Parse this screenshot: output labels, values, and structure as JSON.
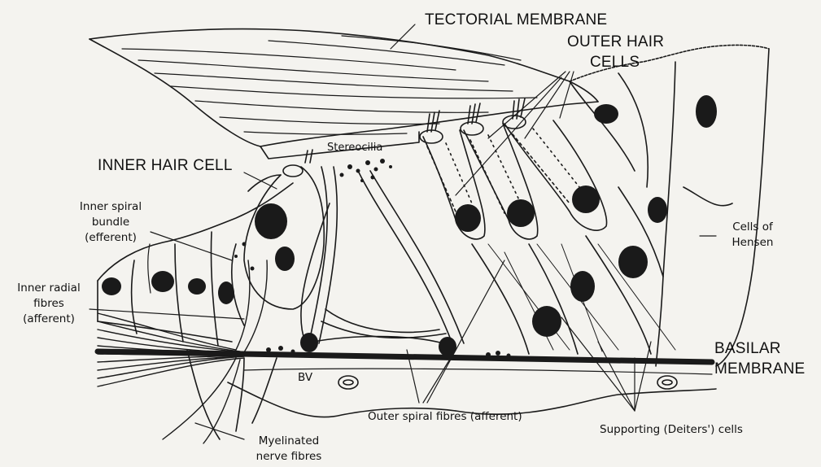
{
  "labels": {
    "tectorial_membrane": "TECTORIAL MEMBRANE",
    "outer_hair_cells_line1": "OUTER HAIR",
    "outer_hair_cells_line2": "CELLS",
    "stereocilia": "Stereocilia",
    "inner_hair_cell": "INNER HAIR CELL",
    "inner_spiral_bundle_line1": "Inner spiral",
    "inner_spiral_bundle_line2": "bundle",
    "inner_spiral_bundle_line3": "(efferent)",
    "inner_radial_fibres_line1": "Inner radial",
    "inner_radial_fibres_line2": "fibres",
    "inner_radial_fibres_line3": "(afferent)",
    "cells_of_hensen_line1": "Cells of",
    "cells_of_hensen_line2": "Hensen",
    "basilar_membrane_line1": "BASILAR",
    "basilar_membrane_line2": "MEMBRANE",
    "bv": "BV",
    "outer_spiral_fibres": "Outer spiral fibres (afferent)",
    "supporting_cells": "Supporting (Deiters') cells",
    "myelinated_line1": "Myelinated",
    "myelinated_line2": "nerve fibres"
  }
}
